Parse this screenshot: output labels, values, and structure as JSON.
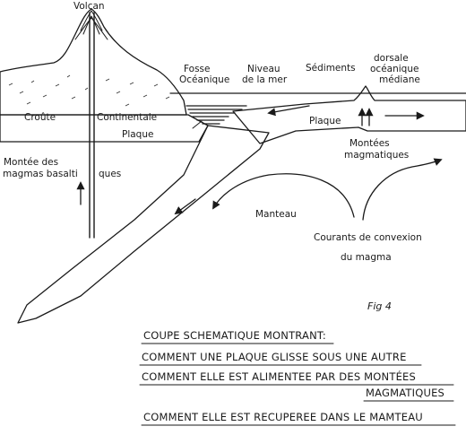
{
  "labels": {
    "volcan": "Volcan",
    "fosse_1": "Fosse",
    "fosse_2": "Océanique",
    "niveau_1": "Niveau",
    "niveau_2": "de la mer",
    "sediments": "Sédiments",
    "dorsale_1": "dorsale",
    "dorsale_2": "océanique",
    "dorsale_3": "médiane",
    "croute": "Croûte",
    "continentale": "Continentale",
    "plaque_left": "Plaque",
    "plaque_right": "Plaque",
    "montees_1": "Montées",
    "montees_2": "magmatiques",
    "montee_basalt_1": "Montée des",
    "montee_basalt_2": "magmas basalti",
    "montee_basalt_3": "ques",
    "manteau": "Manteau",
    "courants_1": "Courants de convexion",
    "courants_2": "du magma",
    "fig": "Fig 4"
  },
  "caption": {
    "line1": "COUPE SCHEMATIQUE MONTRANT:",
    "line2": "COMMENT UNE PLAQUE GLISSE SOUS UNE AUTRE",
    "line3a": "COMMENT ELLE EST ALIMENTEE PAR DES MONTÉES",
    "line3b": "MAGMATIQUES",
    "line4": "COMMENT ELLE EST RECUPEREE DANS LE MAMTEAU"
  }
}
